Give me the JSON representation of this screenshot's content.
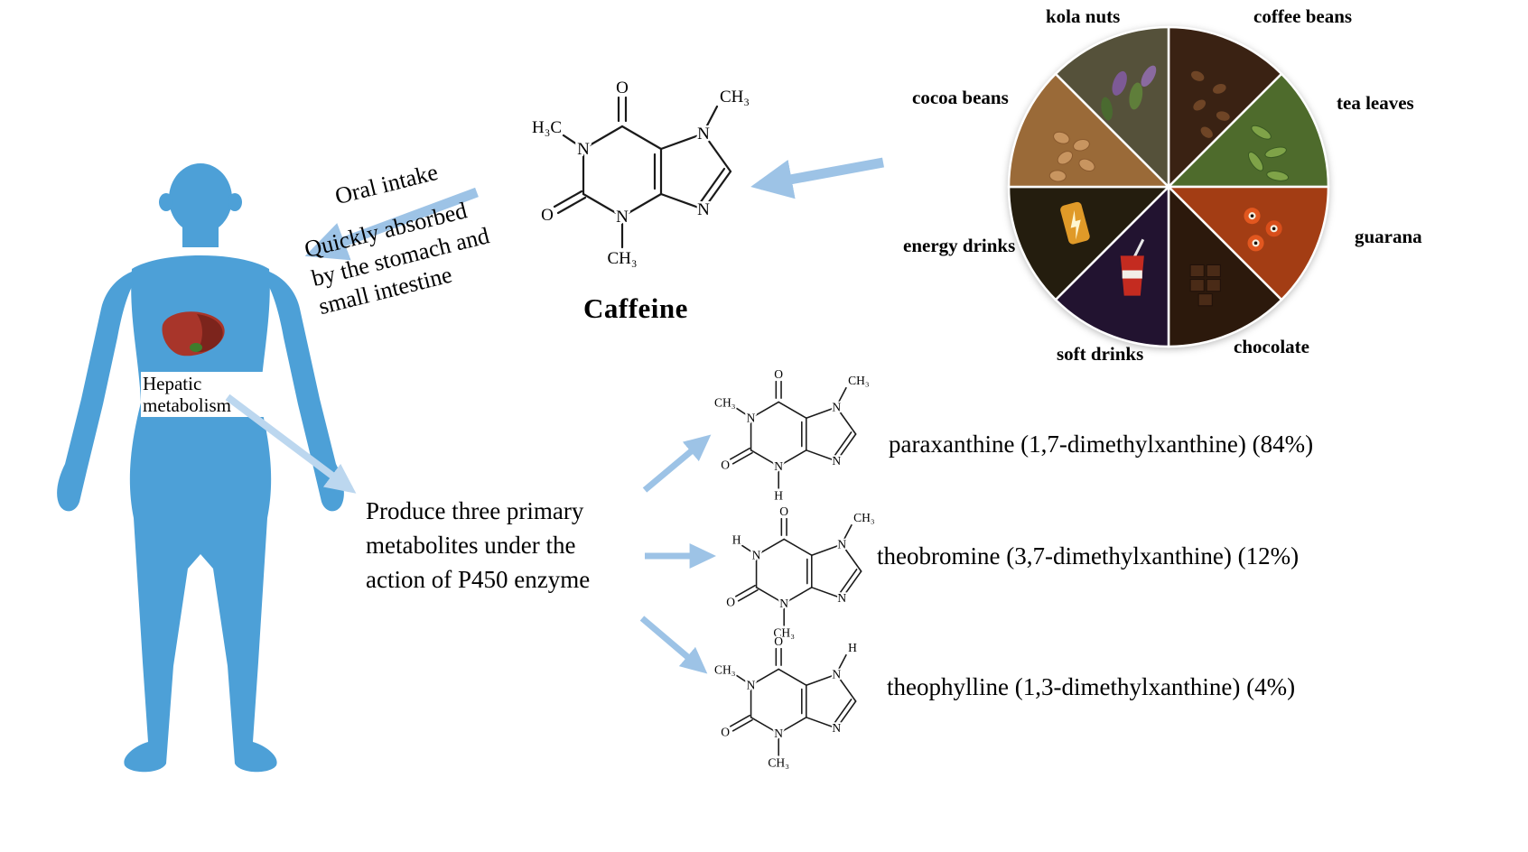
{
  "human": {
    "hepatic_label": "Hepatic metabolism"
  },
  "absorption": {
    "title": "Oral intake",
    "lines": [
      "Quickly absorbed",
      "by the stomach and",
      "small intestine"
    ]
  },
  "caffeine": {
    "name": "Caffeine"
  },
  "metabolism": {
    "lines": [
      "Produce three primary",
      "metabolites under the",
      "action of P450 enzyme"
    ]
  },
  "metabolites": [
    {
      "name": "paraxanthine (1,7-dimethylxanthine) (84%)"
    },
    {
      "name": "theobromine (3,7-dimethylxanthine) (12%)"
    },
    {
      "name": "theophylline (1,3-dimethylxanthine) (4%)"
    }
  ],
  "wheel": {
    "labels": [
      "kola nuts",
      "coffee beans",
      "cocoa beans",
      "tea leaves",
      "energy drinks",
      "guarana",
      "soft drinks",
      "chocolate"
    ]
  },
  "atoms": {
    "n": "N",
    "o": "O"
  },
  "structures": {
    "caffeine": {
      "n1": "H₃C",
      "n3": "CH₃",
      "n7": "CH₃"
    },
    "paraxanthine": {
      "n1": "CH₃",
      "n3": "H",
      "n7": "CH₃"
    },
    "theobromine": {
      "n1": "H",
      "n3": "CH₃",
      "n7": "CH₃"
    },
    "theophylline": {
      "n1": "CH₃",
      "n3": "CH₃",
      "n7": "H"
    }
  },
  "colors": {
    "arrow": "#9DC3E6",
    "arrow_light": "#BCD7EF",
    "body": "#4DA0D7",
    "liver": "#A8352A"
  }
}
